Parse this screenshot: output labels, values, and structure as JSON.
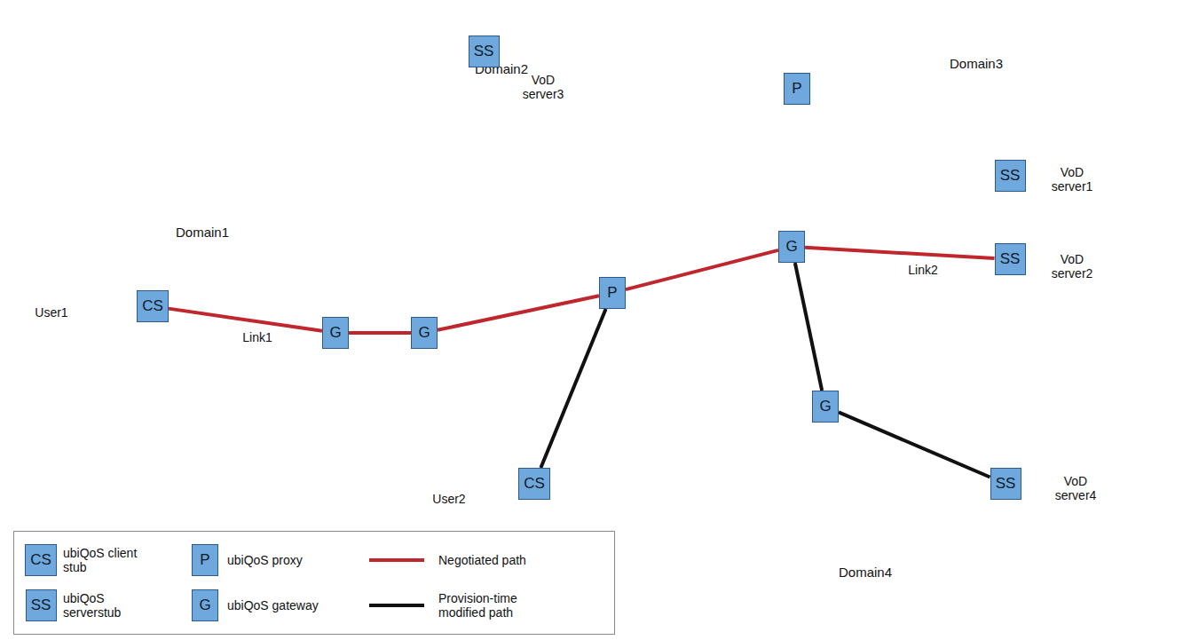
{
  "diagram": {
    "nodes": [
      {
        "text": [
          "Domain1"
        ]
      },
      {
        "text": [
          "User1"
        ],
        "in": 0
      },
      {
        "text": [
          "CS"
        ],
        "in": 0
      },
      {
        "text": [
          "G"
        ],
        "in": 0
      },
      {
        "text": [
          "Domain2"
        ]
      },
      {
        "text": [
          "SS"
        ],
        "in": 4
      },
      {
        "text": [
          "VoD server3"
        ],
        "in": 4
      },
      {
        "text": [
          "G"
        ],
        "in": 4
      },
      {
        "text": [
          "P"
        ],
        "in": 4
      },
      {
        "text": [
          "User2"
        ],
        "in": 4
      },
      {
        "text": [
          "CS"
        ],
        "in": 4
      },
      {
        "text": [
          "Domain3"
        ]
      },
      {
        "text": [
          "P"
        ],
        "in": 11
      },
      {
        "text": [
          "SS"
        ],
        "in": 11
      },
      {
        "text": [
          "VoD server1"
        ],
        "in": 11
      },
      {
        "text": [
          "G"
        ],
        "in": 11
      },
      {
        "text": [
          "SS"
        ],
        "in": 11
      },
      {
        "text": [
          "VoD server2"
        ],
        "in": 11
      },
      {
        "text": [
          "Domain4"
        ]
      },
      {
        "text": [
          "G"
        ],
        "in": 18
      },
      {
        "text": [
          "SS"
        ],
        "in": 18
      },
      {
        "text": [
          "VoD server4"
        ],
        "in": 18
      }
    ],
    "edges": [
      {
        "from": 2,
        "to": 3,
        "arrow": "none",
        "label": "Link1"
      },
      {
        "from": 3,
        "to": 7,
        "arrow": "none"
      },
      {
        "from": 7,
        "to": 8,
        "arrow": "none"
      },
      {
        "from": 8,
        "to": 15,
        "arrow": "none"
      },
      {
        "from": 15,
        "to": 16,
        "arrow": "none",
        "label": "Link2"
      },
      {
        "from": 8,
        "to": 10,
        "arrow": "none"
      },
      {
        "from": 15,
        "to": 19,
        "arrow": "none"
      },
      {
        "from": 19,
        "to": 20,
        "arrow": "none"
      }
    ],
    "labels": [
      "CS",
      "SS",
      "P",
      "G"
    ],
    "legend": [
      {
        "text": "ubiQoS client stub"
      },
      {
        "text": "ubiQoS serverstub"
      },
      {
        "text": "ubiQoS proxy"
      },
      {
        "text": "ubiQoS gateway"
      },
      {
        "text": "Negotiated path"
      },
      {
        "text": "Provision-time modified path"
      }
    ]
  }
}
